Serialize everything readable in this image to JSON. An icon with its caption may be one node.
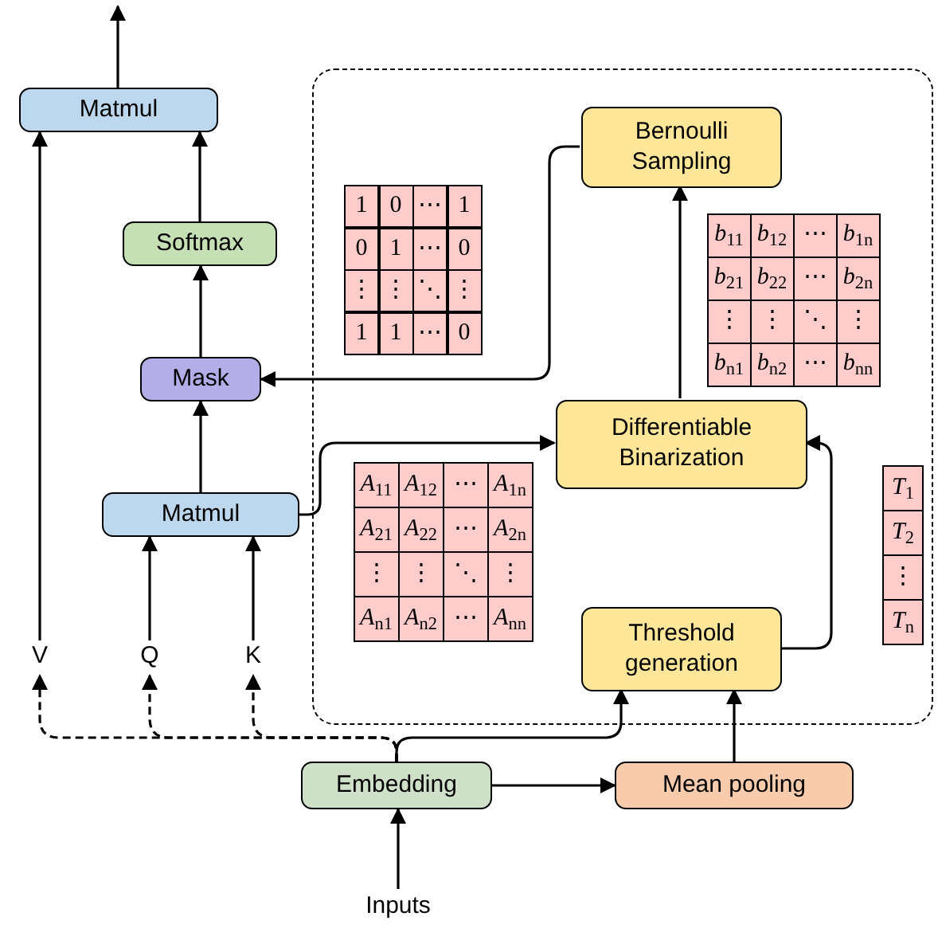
{
  "diagram": {
    "nodes": [
      {
        "text": [],
        "shape": "box"
      },
      {
        "text": [
          "Matmul"
        ]
      },
      {
        "text": [
          "Softmax"
        ]
      },
      {
        "text": [
          "Mask"
        ]
      },
      {
        "text": [
          "Matmul"
        ]
      },
      {
        "text": [
          "Bernoulli Sampling"
        ],
        "in": 0
      },
      {
        "text": [
          "Differentiable Binarization"
        ],
        "in": 0
      },
      {
        "text": [
          "Threshold generation"
        ],
        "in": 0
      },
      {
        "text": [
          "V"
        ]
      },
      {
        "text": [
          "Q"
        ]
      },
      {
        "text": [
          "K"
        ]
      },
      {
        "text": [
          "Embedding"
        ]
      },
      {
        "text": [
          "Mean pooling"
        ]
      },
      {
        "text": [
          "Inputs"
        ]
      }
    ],
    "edges": [
      {
        "from": 1,
        "to": null,
        "arrow": "to"
      },
      {
        "from": 2,
        "to": 1,
        "arrow": "to"
      },
      {
        "from": 3,
        "to": 2,
        "arrow": "to"
      },
      {
        "from": 4,
        "to": 3,
        "arrow": "to"
      },
      {
        "from": 8,
        "to": 1,
        "arrow": "to"
      },
      {
        "from": 9,
        "to": 4,
        "arrow": "to"
      },
      {
        "from": 10,
        "to": 4,
        "arrow": "to"
      },
      {
        "from": 5,
        "to": 3,
        "arrow": "to"
      },
      {
        "from": 4,
        "to": 6,
        "arrow": "to"
      },
      {
        "from": 6,
        "to": 5,
        "arrow": "to"
      },
      {
        "from": 7,
        "to": 6,
        "arrow": "to"
      },
      {
        "from": 12,
        "to": 7,
        "arrow": "to"
      },
      {
        "from": 11,
        "to": 12,
        "arrow": "to"
      },
      {
        "from": 13,
        "to": 11,
        "arrow": "to"
      },
      {
        "from": 11,
        "to": 7,
        "arrow": "to"
      },
      {
        "from": 11,
        "to": 8,
        "arrow": "to",
        "style": "dashed"
      },
      {
        "from": 11,
        "to": 9,
        "arrow": "to",
        "style": "dashed"
      },
      {
        "from": 11,
        "to": 10,
        "arrow": "to",
        "style": "dashed"
      }
    ],
    "labels": [
      "1",
      "0",
      "⋯",
      "1",
      "0",
      "1",
      "⋯",
      "0",
      "⋮",
      "⋮",
      "⋱",
      "⋮",
      "1",
      "1",
      "⋯",
      "0",
      "*b*$_{11}$",
      "*b*$_{12}$",
      "⋯",
      "*b*$_{1n}$",
      "*b*$_{21}$",
      "*b*$_{22}$",
      "⋯",
      "*b*$_{2n}$",
      "⋮",
      "⋮",
      "⋱",
      "⋮",
      "*b*$_{n1}$",
      "*b*$_{n2}$",
      "⋯",
      "*b*$_{nn}$",
      "*A*$_{11}$",
      "*A*$_{12}$",
      "⋯",
      "*A*$_{1n}$",
      "*A*$_{21}$",
      "*A*$_{22}$",
      "⋯",
      "*A*$_{2n}$",
      "⋮",
      "⋮",
      "⋱",
      "⋮",
      "*A*$_{n1}$",
      "*A*$_{n2}$",
      "⋯",
      "*A*$_{nn}$",
      "*T*$_{1}$",
      "*T*$_{2}$",
      "⋮",
      "*T*$_{n}$"
    ]
  }
}
